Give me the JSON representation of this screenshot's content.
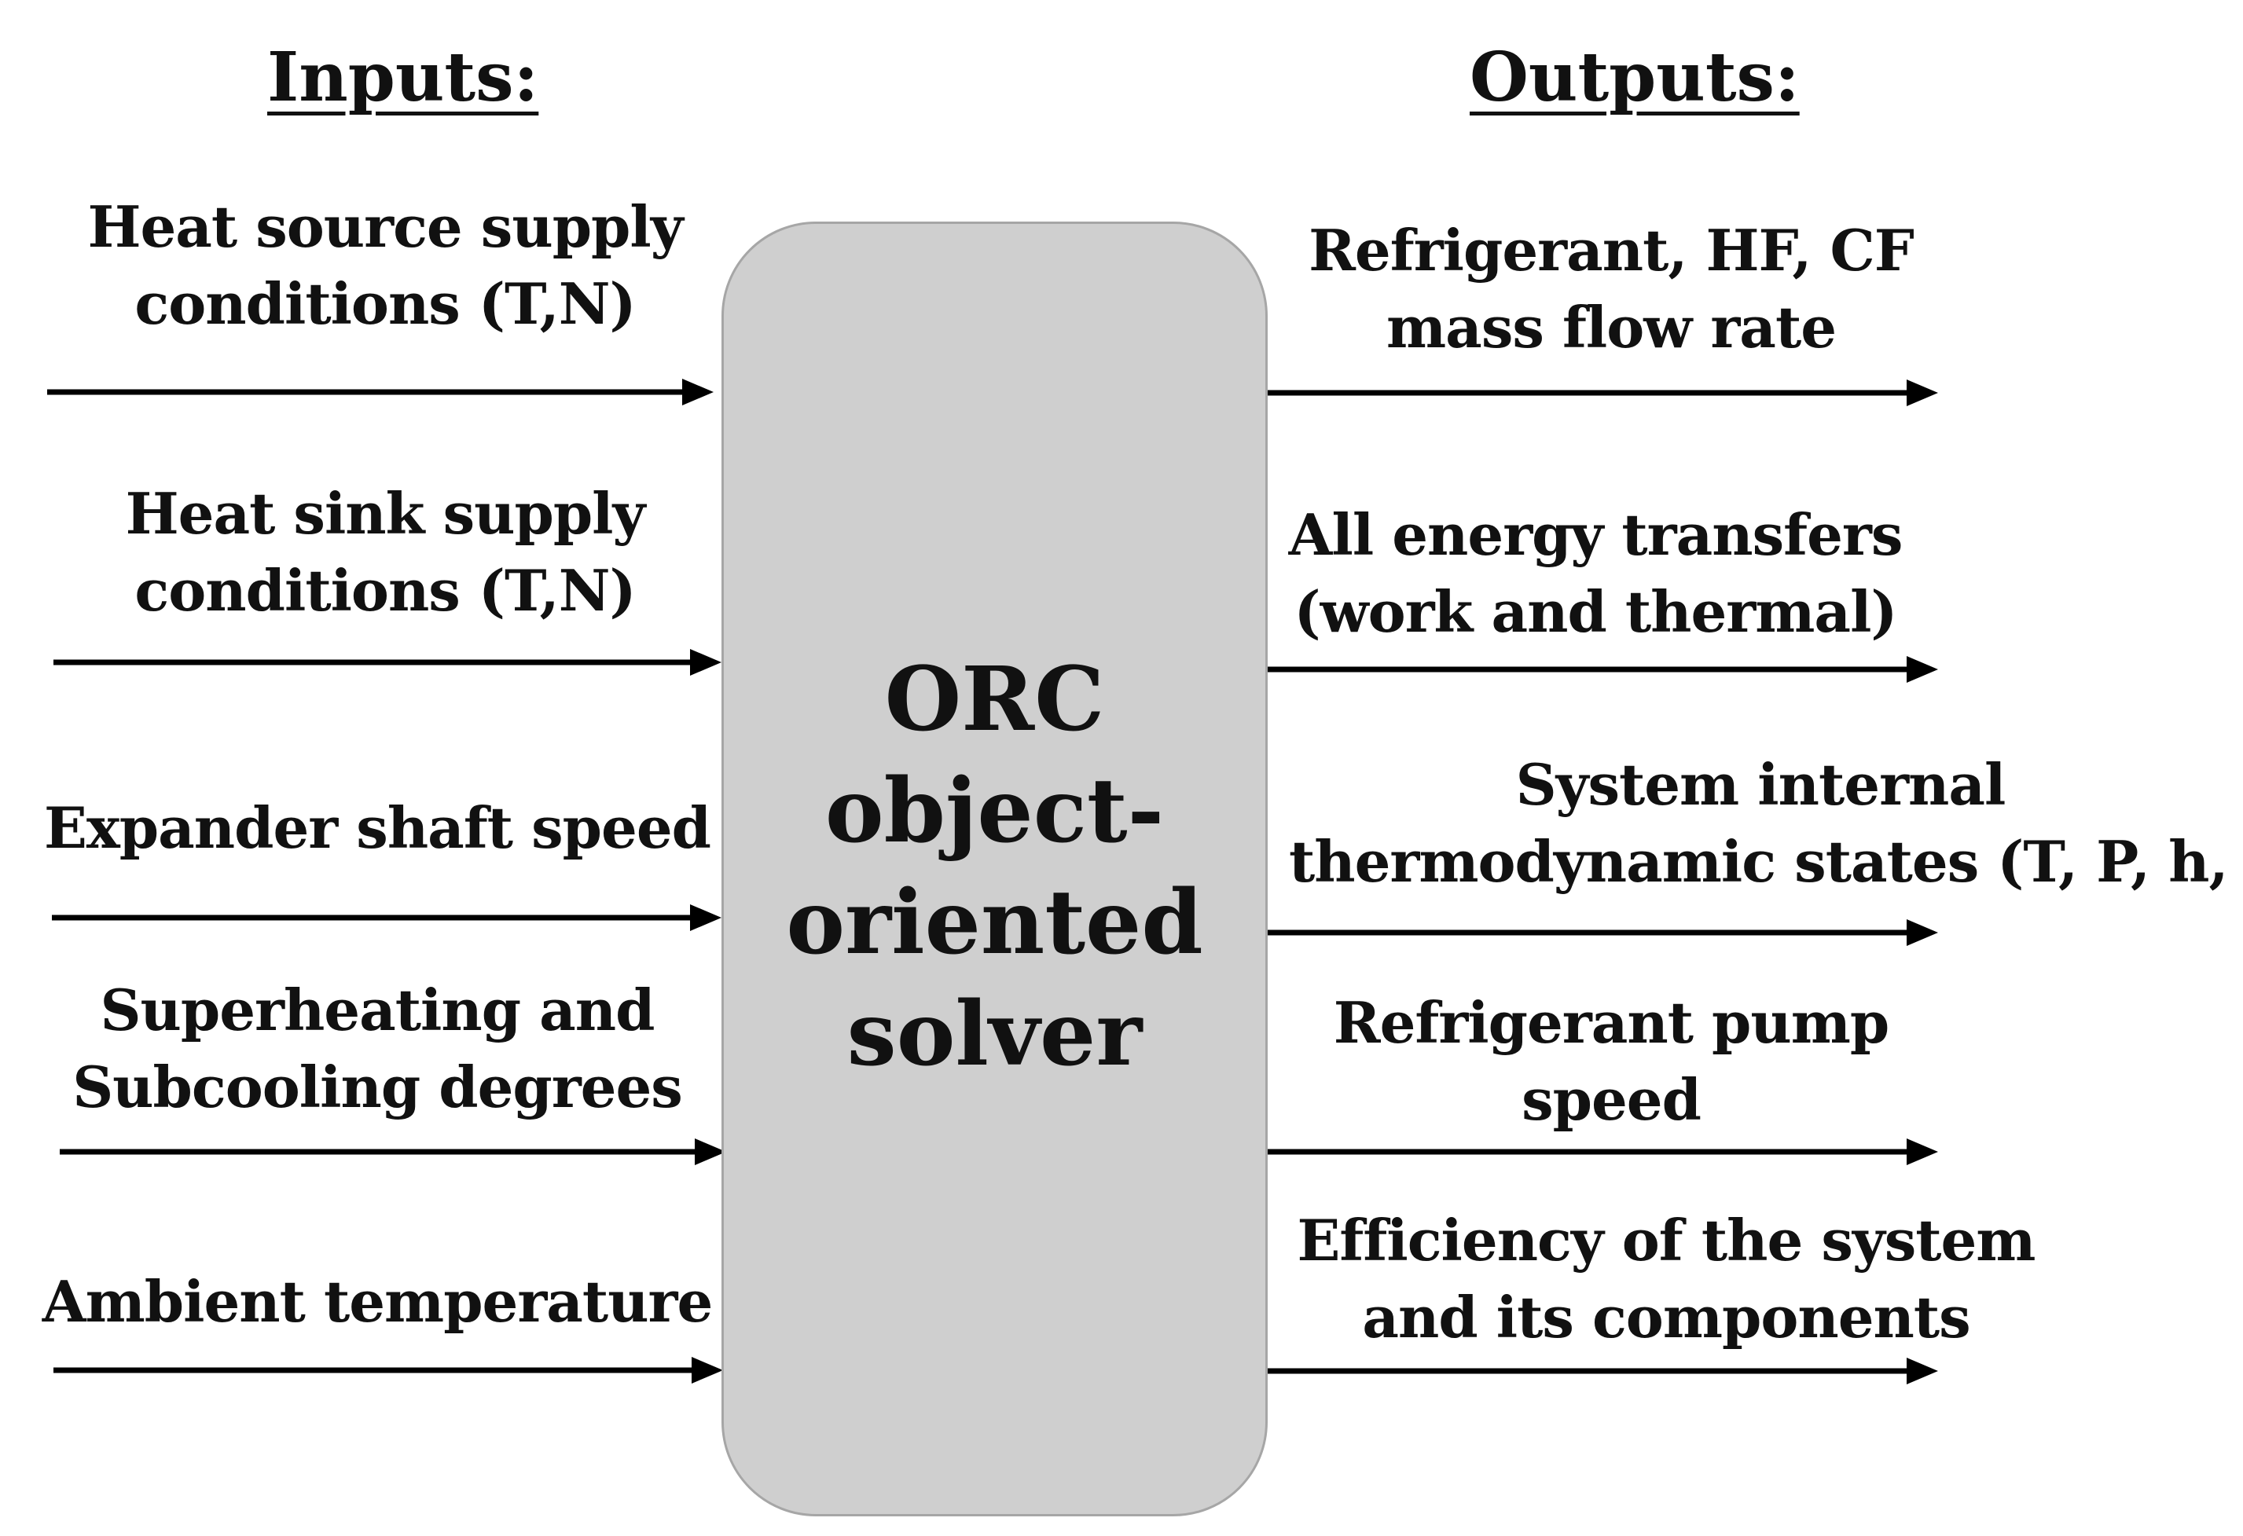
{
  "headings": {
    "inputs": "Inputs:",
    "outputs": "Outputs:"
  },
  "solver": {
    "lines": [
      "ORC",
      "object-",
      "oriented",
      "solver"
    ]
  },
  "inputs": [
    {
      "lines": [
        "Heat source supply",
        "conditions (T,N)"
      ]
    },
    {
      "lines": [
        "Heat sink supply",
        "conditions (T,N)"
      ]
    },
    {
      "lines": [
        "Expander shaft speed"
      ]
    },
    {
      "lines": [
        "Superheating and",
        "Subcooling degrees"
      ]
    },
    {
      "lines": [
        "Ambient temperature"
      ]
    }
  ],
  "outputs": [
    {
      "lines": [
        "Refrigerant, HF, CF",
        "mass flow rate"
      ]
    },
    {
      "lines": [
        "All energy transfers",
        "(work and thermal)"
      ]
    },
    {
      "lines": [
        "System internal",
        "thermodynamic states (T, P, h, S)"
      ]
    },
    {
      "lines": [
        "Refrigerant pump",
        "speed"
      ]
    },
    {
      "lines": [
        "Efficiency of the system",
        "and its components"
      ]
    }
  ],
  "colors": {
    "input_glow": "#7ee08a",
    "output_glow": "#f7b48a",
    "arrow": "#000000",
    "box_fill": "#cfcfcf",
    "box_border": "#a6a6a6"
  }
}
